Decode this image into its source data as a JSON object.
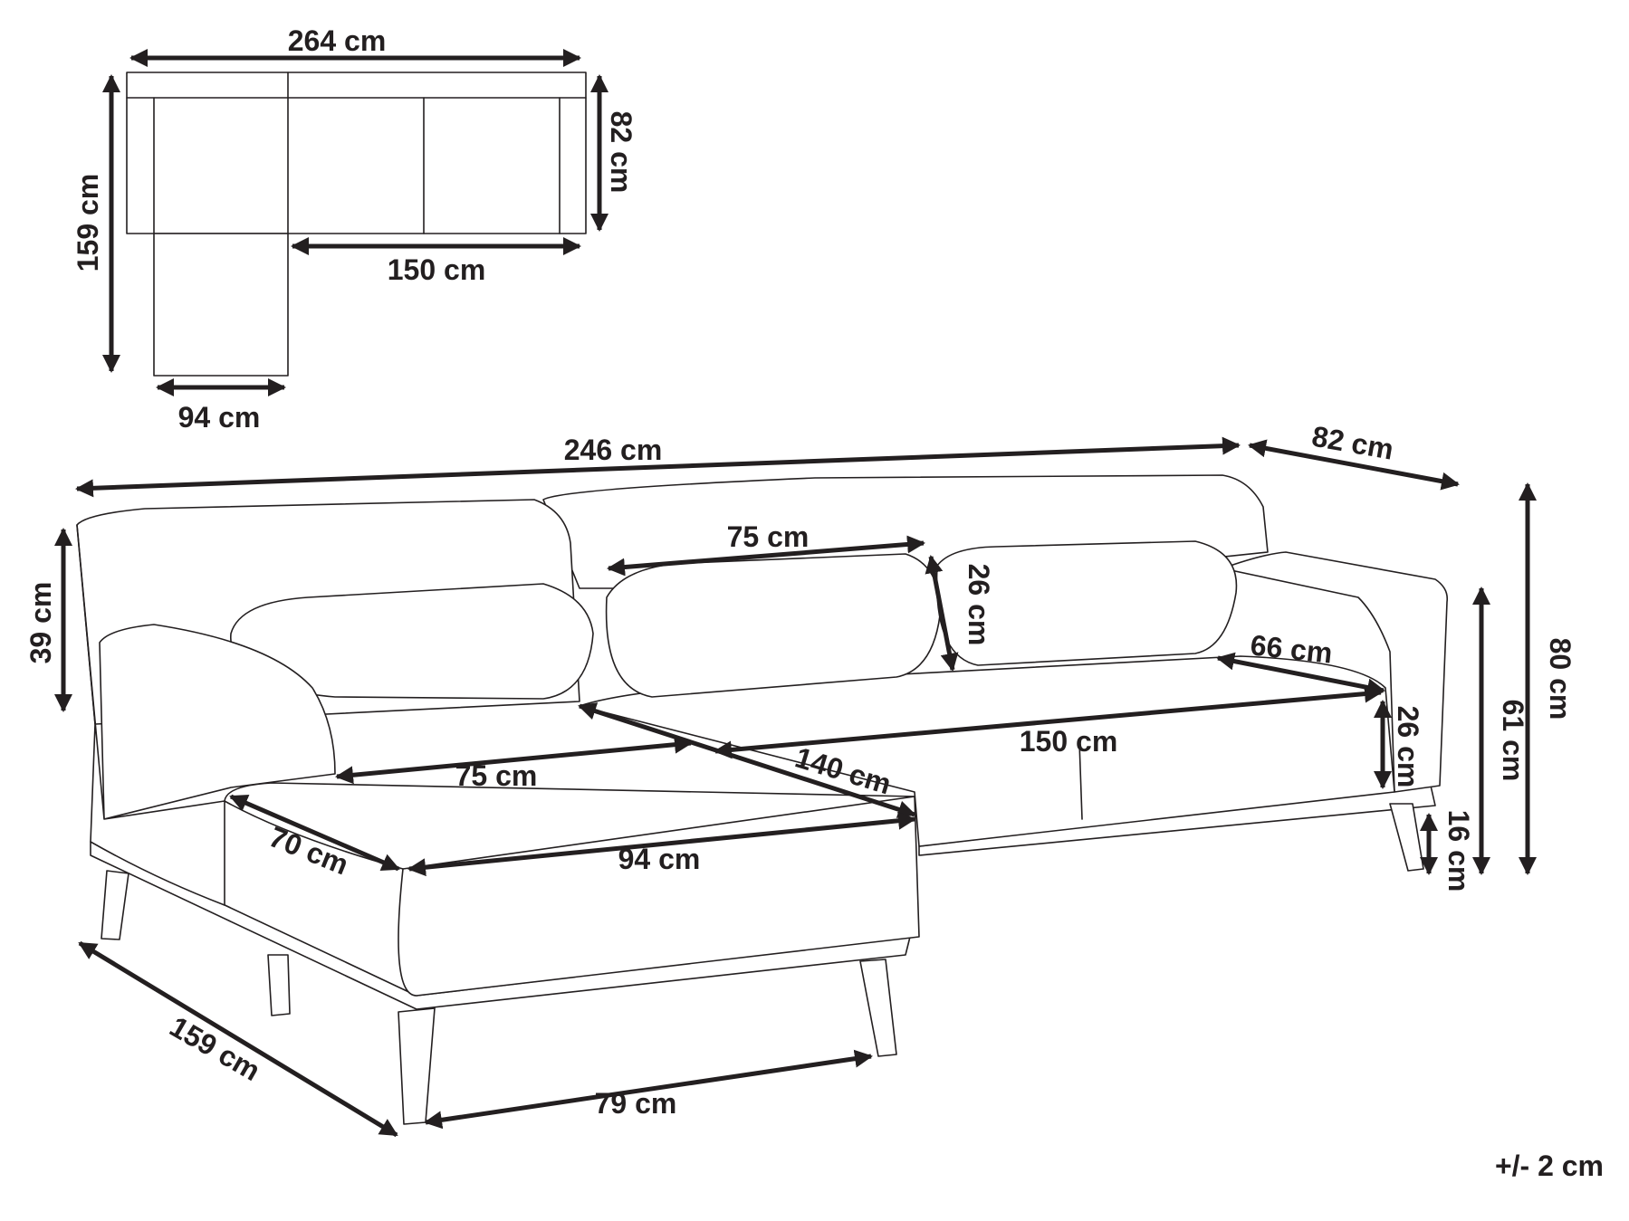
{
  "diagram": {
    "top_view": {
      "total_width": "264 cm",
      "depth_back": "82 cm",
      "total_depth": "159 cm",
      "sofa_width": "150 cm",
      "chaise_width": "94 cm"
    },
    "perspective": {
      "total_width": "246 cm",
      "depth": "82 cm",
      "armrest_height": "39 cm",
      "cushion_width": "75 cm",
      "cushion_height": "26 cm",
      "seat_depth": "66 cm",
      "seat_height_offset": "26 cm",
      "total_height": "80 cm",
      "seat_height": "61 cm",
      "leg_height": "16 cm",
      "chaise_seat_width": "75 cm",
      "chaise_seat_length": "140 cm",
      "seat_width": "150 cm",
      "armrest_width": "70 cm",
      "chaise_width": "94 cm",
      "chaise_length": "159 cm",
      "leg_spacing": "79 cm"
    },
    "tolerance": "+/- 2 cm"
  }
}
